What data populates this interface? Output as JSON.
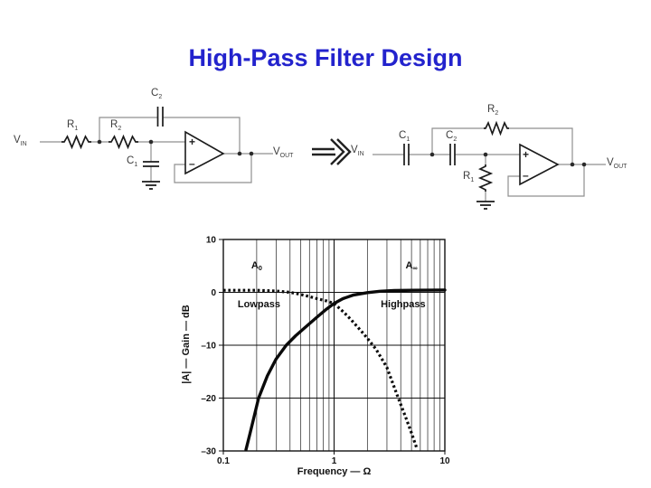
{
  "title": {
    "text": "High-Pass Filter Design",
    "color": "#2323cd"
  },
  "arrow": {
    "icon": "implies-arrow"
  },
  "circuits": {
    "lowpass": {
      "vin": {
        "base": "V",
        "sub": "IN"
      },
      "r1": {
        "base": "R",
        "sub": "1"
      },
      "r2": {
        "base": "R",
        "sub": "2"
      },
      "c1": {
        "base": "C",
        "sub": "1"
      },
      "c2": {
        "base": "C",
        "sub": "2"
      },
      "plus": "+",
      "minus": "–",
      "vout": {
        "base": "V",
        "sub": "OUT"
      }
    },
    "highpass": {
      "vin": {
        "base": "V",
        "sub": "IN"
      },
      "c1": {
        "base": "C",
        "sub": "1"
      },
      "c2": {
        "base": "C",
        "sub": "2"
      },
      "r1": {
        "base": "R",
        "sub": "1"
      },
      "r2": {
        "base": "R",
        "sub": "2"
      },
      "plus": "+",
      "minus": "–",
      "vout": {
        "base": "V",
        "sub": "OUT"
      }
    }
  },
  "chart_data": {
    "type": "line",
    "title": "",
    "xlabel": "Frequency — Ω",
    "ylabel": "|A| — Gain — dB",
    "x_scale": "log",
    "xlim": [
      0.1,
      10
    ],
    "ylim": [
      -30,
      10
    ],
    "grid": true,
    "x_ticks": [
      {
        "value": 0.1,
        "label": "0.1"
      },
      {
        "value": 1,
        "label": "1"
      },
      {
        "value": 10,
        "label": "10"
      }
    ],
    "y_ticks": [
      {
        "value": 10,
        "label": "10"
      },
      {
        "value": 0,
        "label": "0"
      },
      {
        "value": -10,
        "label": "–10"
      },
      {
        "value": -20,
        "label": "–20"
      },
      {
        "value": -30,
        "label": "–30"
      }
    ],
    "y_gridlines": [
      0,
      -10,
      -20
    ],
    "x_minor_gridlines": [
      0.2,
      0.3,
      0.4,
      0.5,
      0.6,
      0.7,
      0.8,
      0.9,
      2,
      3,
      4,
      5,
      6,
      7,
      8,
      9
    ],
    "series": [
      {
        "name": "Lowpass",
        "style": "dotted",
        "points": [
          [
            0.1,
            0.4
          ],
          [
            0.2,
            0.4
          ],
          [
            0.3,
            0.25
          ],
          [
            0.4,
            0.0
          ],
          [
            0.5,
            -0.4
          ],
          [
            0.6,
            -0.8
          ],
          [
            0.7,
            -1.2
          ],
          [
            0.85,
            -1.6
          ],
          [
            1.0,
            -2.1
          ],
          [
            1.2,
            -3.6
          ],
          [
            1.4,
            -5.0
          ],
          [
            1.77,
            -7.4
          ],
          [
            2.0,
            -8.7
          ],
          [
            2.4,
            -10.8
          ],
          [
            3.0,
            -14.2
          ],
          [
            3.8,
            -20.0
          ],
          [
            4.5,
            -24.0
          ],
          [
            5.0,
            -26.6
          ],
          [
            5.6,
            -29.6
          ]
        ]
      },
      {
        "name": "Highpass",
        "style": "solid",
        "points": [
          [
            0.16,
            -29.8
          ],
          [
            0.175,
            -26.5
          ],
          [
            0.208,
            -20.0
          ],
          [
            0.25,
            -15.8
          ],
          [
            0.3,
            -12.6
          ],
          [
            0.37,
            -10.0
          ],
          [
            0.45,
            -8.2
          ],
          [
            0.55,
            -6.6
          ],
          [
            0.7,
            -4.7
          ],
          [
            0.85,
            -3.2
          ],
          [
            1.0,
            -2.1
          ],
          [
            1.2,
            -1.2
          ],
          [
            1.5,
            -0.5
          ],
          [
            2.0,
            -0.05
          ],
          [
            2.6,
            0.2
          ],
          [
            3.5,
            0.35
          ],
          [
            5,
            0.4
          ],
          [
            10,
            0.45
          ]
        ]
      }
    ],
    "annotations": [
      {
        "base": "A",
        "sub": "0",
        "x": 0.2,
        "y": 4.5
      },
      {
        "base": "A",
        "sub": "∞",
        "x": 5.0,
        "y": 4.5
      },
      {
        "text": "Lowpass",
        "x": 0.21,
        "y": -2.9
      },
      {
        "text": "Highpass",
        "x": 4.2,
        "y": -2.9
      }
    ]
  }
}
